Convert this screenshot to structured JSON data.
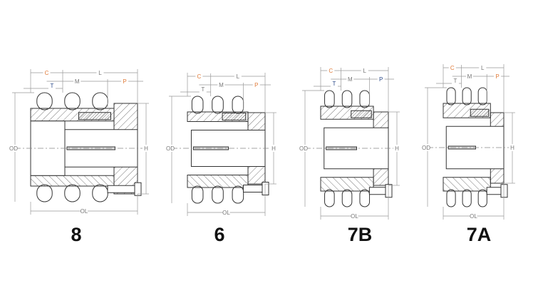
{
  "diagrams": [
    {
      "caption": "8",
      "labels": {
        "C": "C",
        "L": "L",
        "M": "M",
        "P": "P",
        "T": "T",
        "OD": "OD",
        "H": "H",
        "OL": "OL"
      },
      "colors": {
        "C": "#e07b39",
        "T": "#2b4a8a",
        "P": "#e07b39",
        "other": "#777777"
      }
    },
    {
      "caption": "6",
      "labels": {
        "C": "C",
        "L": "L",
        "M": "M",
        "P": "P",
        "T": "T",
        "OD": "OD",
        "H": "H",
        "OL": "OL"
      },
      "colors": {
        "C": "#e07b39",
        "T": "#777777",
        "P": "#e07b39",
        "other": "#777777"
      }
    },
    {
      "caption": "7B",
      "labels": {
        "C": "C",
        "L": "L",
        "M": "M",
        "P": "P",
        "T": "T",
        "OD": "OD",
        "H": "H",
        "OL": "OL"
      },
      "colors": {
        "C": "#e07b39",
        "T": "#2b4a8a",
        "P": "#2b4a8a",
        "other": "#777777"
      }
    },
    {
      "caption": "7A",
      "labels": {
        "C": "C",
        "L": "L",
        "M": "M",
        "P": "P",
        "T": "T",
        "OD": "OD",
        "H": "H",
        "OL": "OL"
      },
      "colors": {
        "C": "#e07b39",
        "T": "#777777",
        "P": "#e07b39",
        "other": "#777777"
      }
    }
  ]
}
